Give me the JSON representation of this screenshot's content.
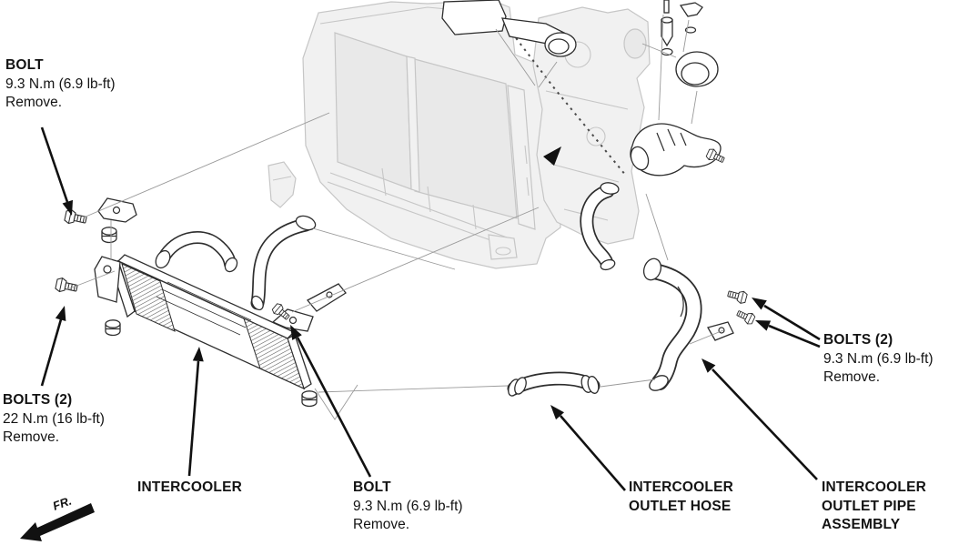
{
  "figure": {
    "description": "Intercooler removal exploded diagram",
    "fr_indicator": "FR.",
    "colors": {
      "line_dark": "#2e2e2e",
      "line_light": "#c6c6c6",
      "fill_light": "#f1f1f1",
      "fill_core": "#e9e9e9",
      "leader": "#9a9a9a",
      "arrow": "#111111",
      "text": "#131313"
    },
    "callouts": {
      "bolt_top_left": {
        "name": "BOLT",
        "torque": "9.3 N.m (6.9 lb-ft)",
        "action": "Remove."
      },
      "bolts_left": {
        "name": "BOLTS (2)",
        "torque": "22 N.m (16 lb-ft)",
        "action": "Remove."
      },
      "intercooler": {
        "name": "INTERCOOLER"
      },
      "bolt_bottom": {
        "name": "BOLT",
        "torque": "9.3 N.m (6.9 lb-ft)",
        "action": "Remove."
      },
      "outlet_hose": {
        "name_line1": "INTERCOOLER",
        "name_line2": "OUTLET HOSE"
      },
      "outlet_pipe": {
        "name_line1": "INTERCOOLER",
        "name_line2": "OUTLET PIPE",
        "name_line3": "ASSEMBLY"
      },
      "bolts_right": {
        "name": "BOLTS (2)",
        "torque": "9.3 N.m (6.9 lb-ft)",
        "action": "Remove."
      }
    }
  }
}
